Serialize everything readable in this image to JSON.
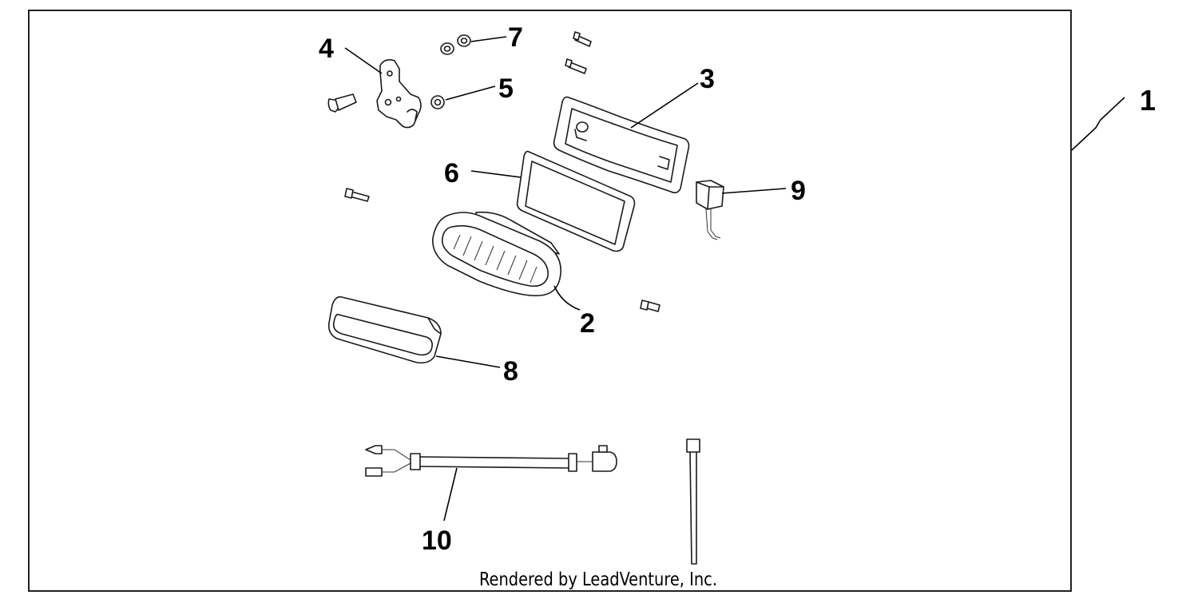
{
  "diagram": {
    "callouts": {
      "c1": "1",
      "c2": "2",
      "c3": "3",
      "c4": "4",
      "c5": "5",
      "c6": "6",
      "c7": "7",
      "c8": "8",
      "c9": "9",
      "c10": "10"
    },
    "credit": "Rendered by LeadVenture, Inc."
  }
}
